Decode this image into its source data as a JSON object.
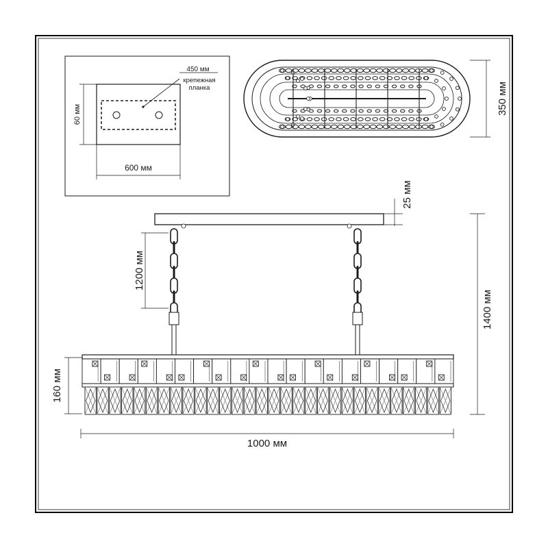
{
  "mount_plate": {
    "width_label": "600 мм",
    "height_label": "60 мм",
    "bracket_width_label": "450 мм",
    "bracket_name_line1": "крепежная",
    "bracket_name_line2": "планка"
  },
  "top_view": {
    "depth_label": "350 мм"
  },
  "front_view": {
    "canopy_height_label": "25 мм",
    "chain_length_label": "1200 мм",
    "total_height_label": "1400 мм",
    "body_height_label": "160 мм",
    "length_label": "1000 мм"
  },
  "colors": {
    "line": "#1a1a1a",
    "frame": "#000000",
    "panel_bg": "#ffffff",
    "crystal": "#7a7a7a"
  }
}
